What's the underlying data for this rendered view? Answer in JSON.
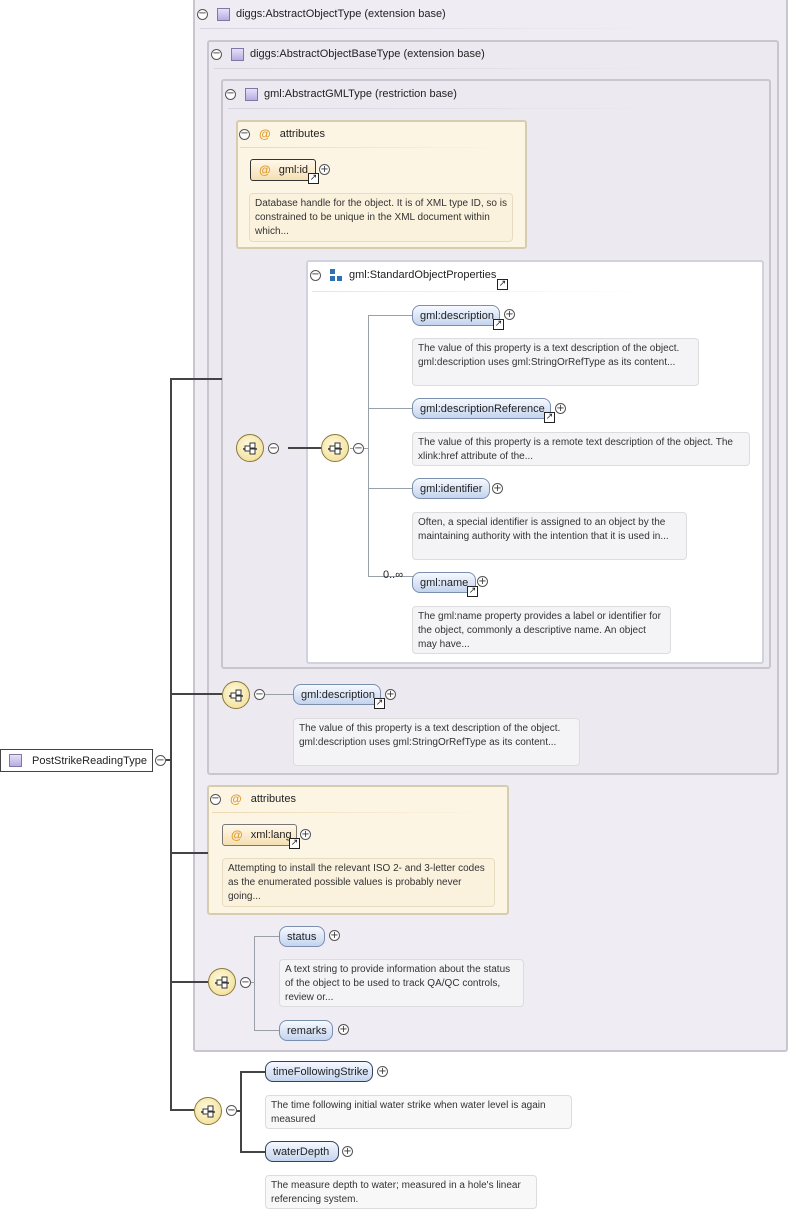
{
  "root": {
    "label": "PostStrikeReadingType"
  },
  "panels": {
    "abstract_object": "diggs:AbstractObjectType (extension base)",
    "abstract_object_base": "diggs:AbstractObjectBaseType (extension base)",
    "abstract_gml": "gml:AbstractGMLType (restriction base)"
  },
  "gml_attributes": {
    "title": "attributes",
    "id_label": "gml:id",
    "id_doc": "Database handle for the object. It is of XML type ID, so is constrained to be unique in the XML document within which..."
  },
  "standard_props": {
    "title": "gml:StandardObjectProperties",
    "items": [
      {
        "label": "gml:description",
        "doc": "The value of this property is a text description of the object. gml:description uses gml:StringOrRefType as its content..."
      },
      {
        "label": "gml:descriptionReference",
        "doc": "The value of this property is a remote text description of the object. The xlink:href attribute of the..."
      },
      {
        "label": "gml:identifier",
        "doc": "Often, a special identifier is assigned to an object by the maintaining authority with the intention that it is used in..."
      },
      {
        "label": "gml:name",
        "doc": "The gml:name property provides a label or identifier for the object, commonly a descriptive name. An object may have...",
        "cardinality": "0..∞"
      }
    ]
  },
  "base_description": {
    "label": "gml:description",
    "doc": "The value of this property is a text description of the object. gml:description uses gml:StringOrRefType as its content..."
  },
  "xml_attributes": {
    "title": "attributes",
    "lang_label": "xml:lang",
    "lang_doc": "Attempting to install the relevant ISO 2- and 3-letter codes as the enumerated possible values is probably never going..."
  },
  "diggs_seq": {
    "status_label": "status",
    "status_doc": "A text string to provide information about the status of the object to be used to track QA/QC controls, review or...",
    "remarks_label": "remarks"
  },
  "own_seq": {
    "time_label": "timeFollowingStrike",
    "time_doc": "The time following initial water strike when water level is again measured",
    "depth_label": "waterDepth",
    "depth_doc": "The measure depth to water; measured in a hole's linear referencing system."
  },
  "icons": [
    "type-icon",
    "attribute-icon",
    "group-icon",
    "sequence-icon",
    "expand-icon",
    "collapse-icon",
    "link-icon"
  ]
}
